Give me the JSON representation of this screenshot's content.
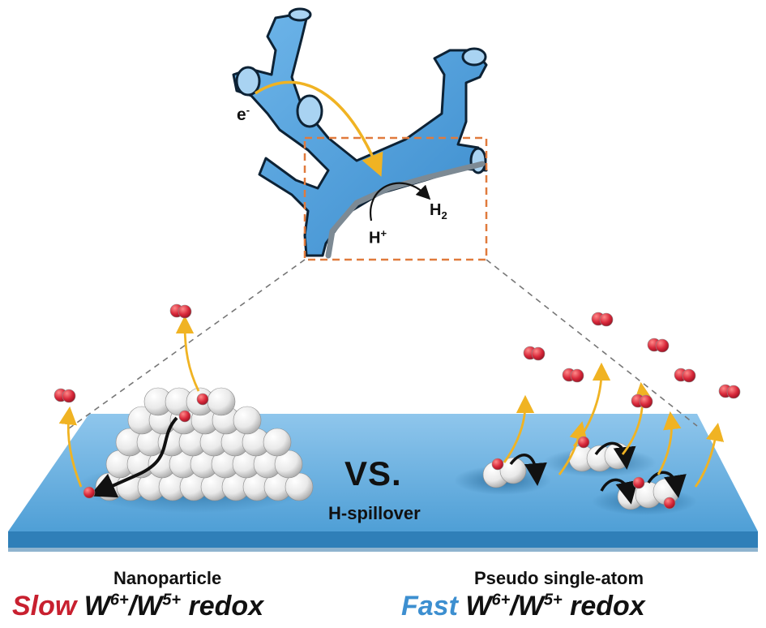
{
  "labels": {
    "electron": "e",
    "electron_charge": "-",
    "hydrogen_gas": "H",
    "hydrogen_gas_sub": "2",
    "proton": "H",
    "proton_charge": "+",
    "versus": "VS.",
    "spillover": "H-spillover"
  },
  "left_panel": {
    "caption": "Nanoparticle",
    "speed_word": "Slow",
    "species_a": "W",
    "charge_a": "6+",
    "separator": "/",
    "species_b": "W",
    "charge_b": "5+",
    "redox_word": "redox"
  },
  "right_panel": {
    "caption": "Pseudo single-atom",
    "speed_word": "Fast",
    "species_a": "W",
    "charge_a": "6+",
    "separator": "/",
    "species_b": "W",
    "charge_b": "5+",
    "redox_word": "redox"
  },
  "colors": {
    "support_blue": "#4f9fd6",
    "support_dark": "#2f7fb8",
    "slow_red": "#c8202f",
    "fast_blue": "#3d8fd0",
    "arrow_yellow": "#f0b323",
    "zoom_box": "#e07a3c",
    "molecule_red": "#d8283a",
    "sphere_white": "#f4f4f4"
  }
}
